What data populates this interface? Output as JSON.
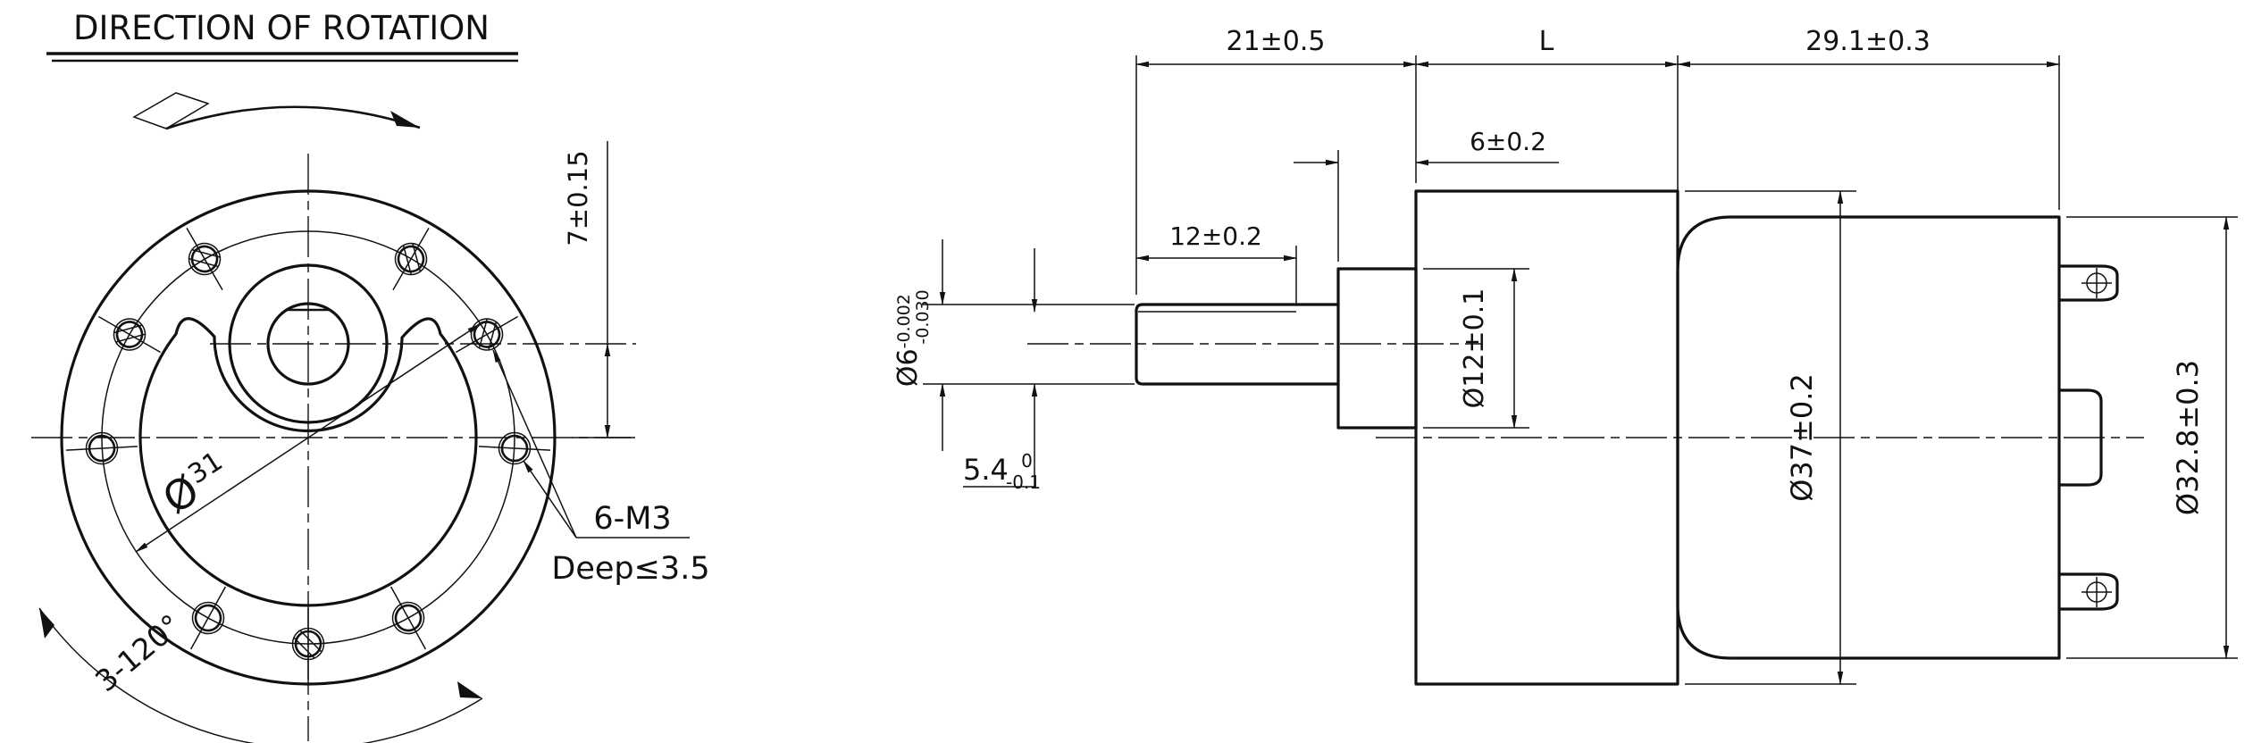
{
  "colors": {
    "ink": "#111111",
    "background": "#ffffff"
  },
  "title": {
    "text": "DIRECTION OF ROTATION"
  },
  "front_view": {
    "offset_dim": "7±0.15",
    "bolt_circle": {
      "prefix": "Ø",
      "value": "31"
    },
    "tapped_label": "6-M3",
    "tapped_depth": "Deep≤3.5",
    "pattern_angle": "3-120°"
  },
  "side_view": {
    "shaft_extension": "21±0.5",
    "gearbox_length": "L",
    "motor_length": "29.1±0.3",
    "boss_height": "6±0.2",
    "flat_length": "12±0.2",
    "shaft_dia": {
      "base": "Ø6",
      "upper": "-0.002",
      "lower": "-0.030"
    },
    "flat_height": {
      "base": "5.4",
      "upper": "0",
      "lower": "-0.1"
    },
    "boss_dia": "Ø12±0.1",
    "gearbox_dia": "Ø37±0.2",
    "motor_dia": "Ø32.8±0.3"
  }
}
